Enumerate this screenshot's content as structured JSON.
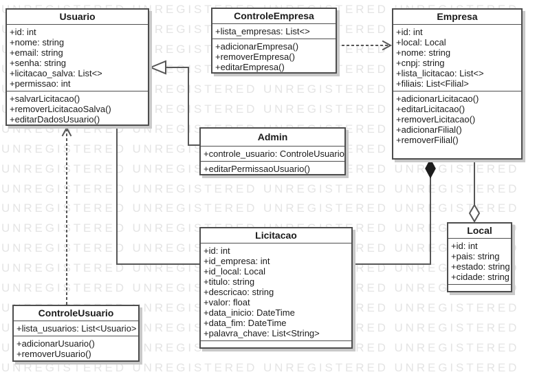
{
  "diagram_type": "uml-class-diagram",
  "watermark": {
    "text": "UNREGISTERED"
  },
  "colors": {
    "background": "#ffffff",
    "box_fill": "#ffffff",
    "border": "#4d4d4d",
    "line": "#565656",
    "shadow": "#c9c9c9",
    "watermark": "#e4e4e4",
    "text": "#1a1a1a"
  },
  "classes": [
    {
      "name": "Usuario",
      "attributes": [
        "+id: int",
        "+nome: string",
        "+email: string",
        "+senha: string",
        "+licitacao_salva: List<>",
        "+permissao: int"
      ],
      "methods": [
        "+salvarLicitacao()",
        "+removerLicitacaoSalva()",
        "+editarDadosUsuario()"
      ]
    },
    {
      "name": "ControleEmpresa",
      "attributes": [
        "+lista_empresas: List<>"
      ],
      "methods": [
        "+adicionarEmpresa()",
        "+removerEmpresa()",
        "+editarEmpresa()"
      ]
    },
    {
      "name": "Empresa",
      "attributes": [
        "+id: int",
        "+local: Local",
        "+nome: string",
        "+cnpj: string",
        "+lista_licitacao: List<>",
        "+filiais: List<Filial>"
      ],
      "methods": [
        "+adicionarLicitacao()",
        "+editarLicitacao()",
        "+removerLicitacao()",
        "+adicionarFilial()",
        "+removerFilial()"
      ]
    },
    {
      "name": "Admin",
      "attributes": [
        "+controle_usuario: ControleUsuario"
      ],
      "methods": [
        "+editarPermissaoUsuario()"
      ]
    },
    {
      "name": "Licitacao",
      "attributes": [
        "+id: int",
        "+id_empresa: int",
        "+id_local: Local",
        "+titulo: string",
        "+descricao: string",
        "+valor: float",
        "+data_inicio: DateTime",
        "+data_fim: DateTime",
        "+palavra_chave: List<String>"
      ],
      "methods": []
    },
    {
      "name": "Local",
      "attributes": [
        "+id: int",
        "+pais: string",
        "+estado: string",
        "+cidade: string"
      ],
      "methods": []
    },
    {
      "name": "ControleUsuario",
      "attributes": [
        "+lista_usuarios: List<Usuario>"
      ],
      "methods": [
        "+adicionarUsuario()",
        "+removerUsuario()"
      ]
    }
  ],
  "connections": [
    {
      "type": "generalization",
      "from": "Admin",
      "to": "Usuario",
      "line": "solid",
      "marker": "hollow-triangle-at-Usuario"
    },
    {
      "type": "dependency",
      "from": "ControleEmpresa",
      "to": "Empresa",
      "line": "dashed",
      "marker": "open-arrow-at-Empresa"
    },
    {
      "type": "dependency",
      "from": "ControleUsuario",
      "to": "Usuario",
      "line": "dashed",
      "marker": "open-arrow-at-Usuario"
    },
    {
      "type": "association",
      "from": "Usuario",
      "to": "Licitacao",
      "line": "solid",
      "marker": "none"
    },
    {
      "type": "composition",
      "from": "Empresa",
      "to": "Licitacao",
      "line": "solid",
      "marker": "filled-diamond-at-Empresa"
    },
    {
      "type": "aggregation",
      "from": "Empresa",
      "to": "Local",
      "line": "solid",
      "marker": "hollow-diamond-at-Local"
    }
  ]
}
